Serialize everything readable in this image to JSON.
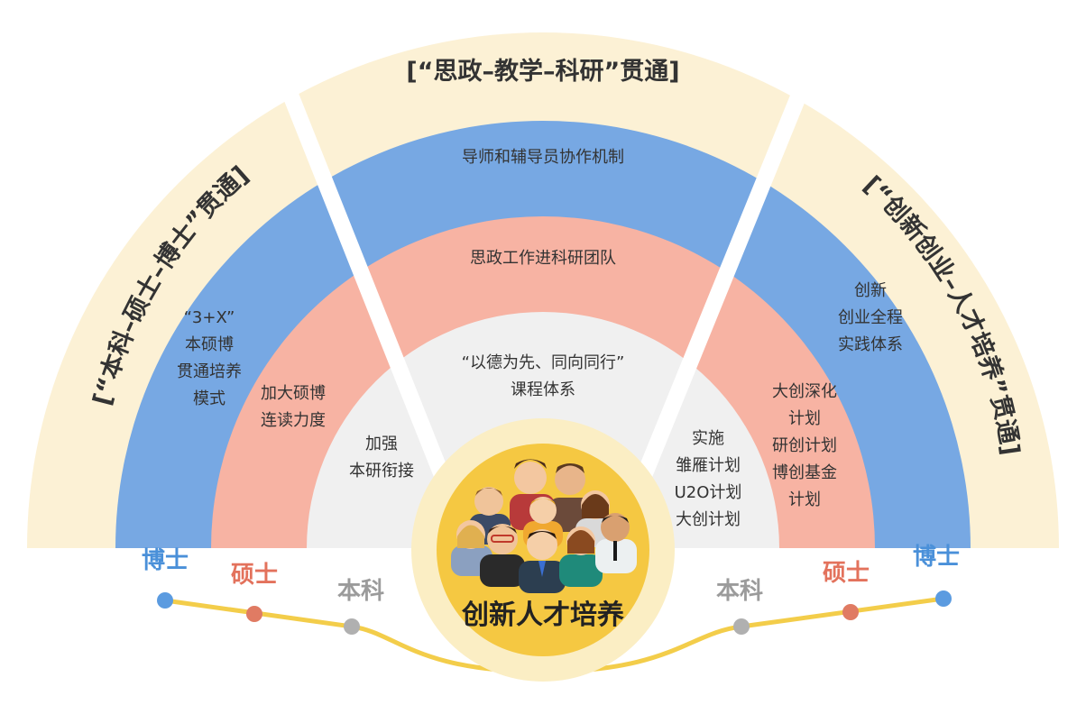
{
  "center_label": "创新人才培养",
  "arcs": {
    "left": "[“本科–硕士–博士”贯通]",
    "top": "[“思政–教学–科研”贯通]",
    "right": "[“创新创业–人才培养”贯通]"
  },
  "middle": {
    "outer": "导师和辅导员协作机制",
    "mid": "思政工作进科研团队",
    "inner": [
      "“以德为先、同向同行”",
      "课程体系"
    ]
  },
  "left_texts": {
    "outer": [
      "“3+X”",
      "本硕博",
      "贯通培养",
      "模式"
    ],
    "mid": [
      "加大硕博",
      "连读力度"
    ],
    "inner": [
      "加强",
      "本研衔接"
    ]
  },
  "right_texts": {
    "outer": [
      "创新",
      "创业全程",
      "实践体系"
    ],
    "mid": [
      "大创深化",
      "计划",
      "研创计划",
      "博创基金",
      "计划"
    ],
    "inner": [
      "实施",
      "雏雁计划",
      "U2O计划",
      "大创计划"
    ]
  },
  "levels": {
    "left": [
      "博士",
      "硕士",
      "本科"
    ],
    "right": [
      "本科",
      "硕士",
      "博士"
    ]
  },
  "colors": {
    "outer_band": "#fcf1d5",
    "blue": "#77a8e3",
    "salmon": "#f7b3a3",
    "inner": "#f0f0f0",
    "gold": "#f5c842",
    "line": "#f3cd4a",
    "doctor": "#4a90d9",
    "master": "#e3725c",
    "bachelor": "#9b9b9b",
    "dot_doctor": "#5b9be0",
    "dot_master": "#e07b63",
    "dot_bachelor": "#b0b0b0"
  }
}
